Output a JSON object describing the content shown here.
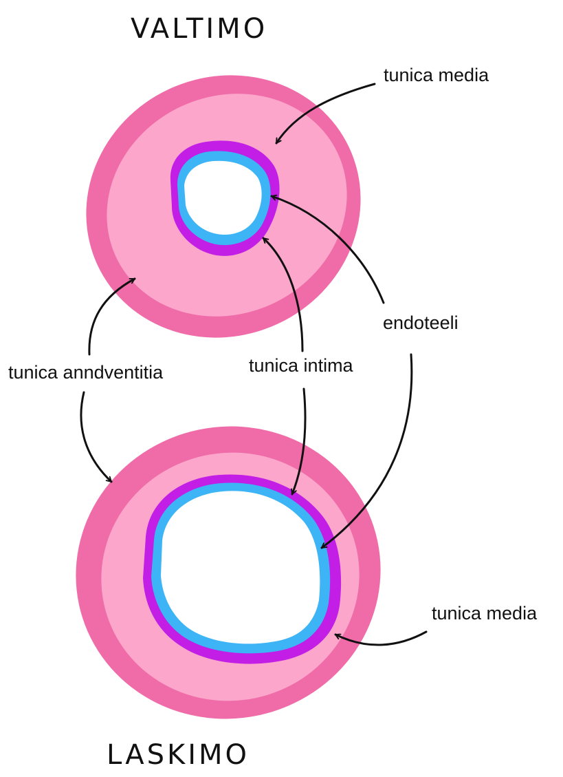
{
  "titles": {
    "top": "VALTIMO",
    "bottom": "LASKIMO"
  },
  "labels": {
    "media_top": "tunica media",
    "endoteeli": "endoteeli",
    "adventitia": "tunica anndventitia",
    "intima": "tunica intima",
    "media_bottom": "tunica media"
  },
  "colors": {
    "adventitia": "#f06ca8",
    "media": "#fca6cc",
    "intima": "#c21ee6",
    "endothelium": "#3db4f5",
    "lumen": "#ffffff",
    "ink": "#111111"
  }
}
